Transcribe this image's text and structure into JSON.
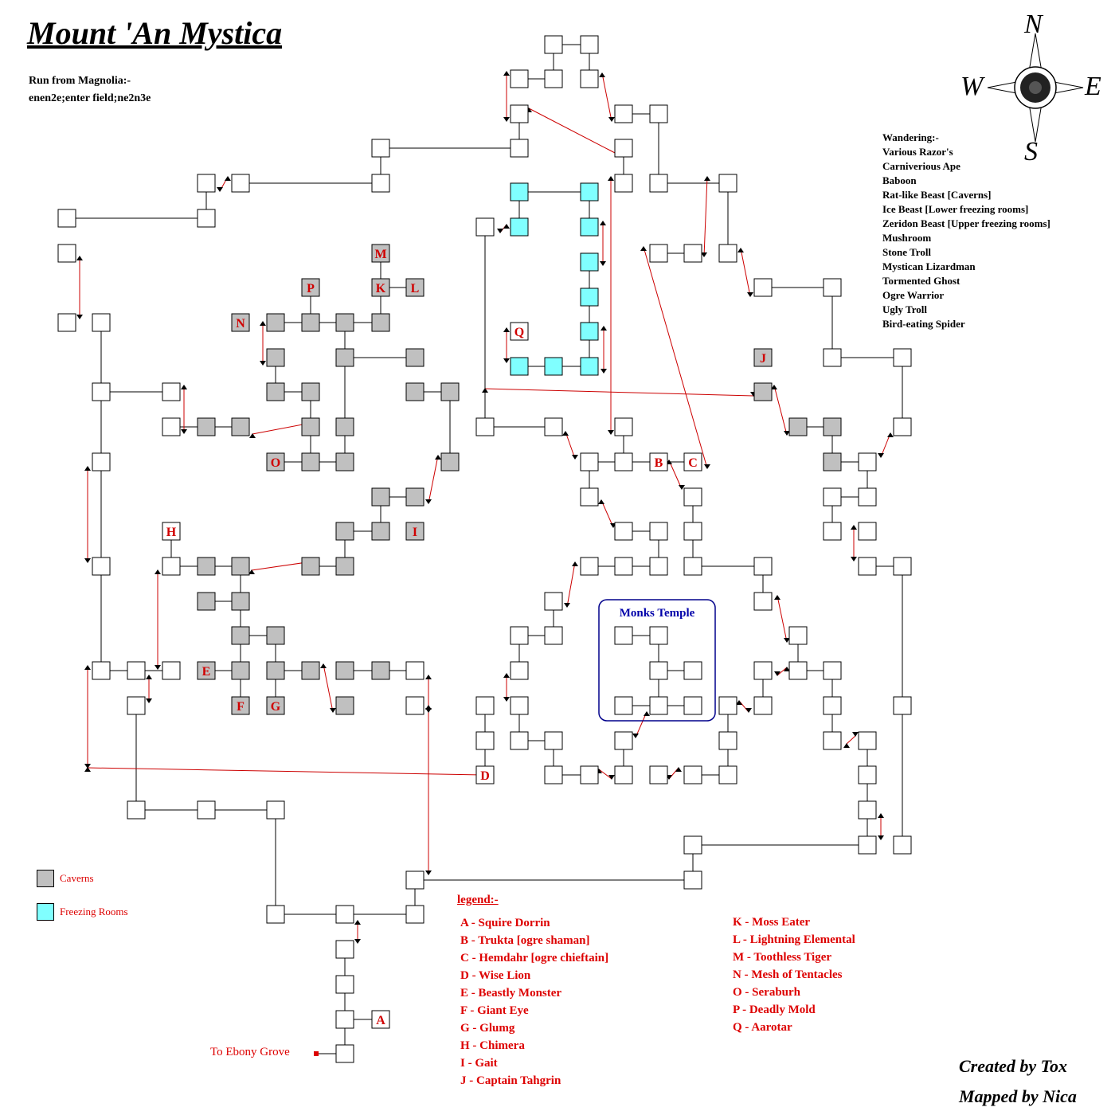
{
  "title": "Mount 'An Mystica",
  "run": {
    "heading": "Run from Magnolia:-",
    "directions": "enen2e;enter field;ne2n3e"
  },
  "compass": {
    "north": "N",
    "south": "S",
    "east": "E",
    "west": "W"
  },
  "wandering": {
    "heading": "Wandering:-",
    "items": [
      "Various Razor's",
      "Carniverious Ape",
      "Baboon",
      "Rat-like Beast [Caverns]",
      "Ice Beast [Lower freezing rooms]",
      "Zeridon Beast [Upper freezing rooms]",
      "Mushroom",
      "Stone Troll",
      "Mystican Lizardman",
      "Tormented Ghost",
      "Ogre Warrior",
      "Ugly Troll",
      "Bird-eating Spider"
    ]
  },
  "map_legend": {
    "caverns": {
      "label": "Caverns",
      "color": "#c0c0c0"
    },
    "freezing": {
      "label": "Freezing Rooms",
      "color": "#80ffff"
    }
  },
  "colors": {
    "room": "#ffffff",
    "cavern": "#c0c0c0",
    "freezing": "#80ffff",
    "link": "#000000",
    "portal": "#cc0000",
    "marker": "#d00000",
    "temple": "#00008b"
  },
  "temple_label": "Monks Temple",
  "exit_label": "To Ebony Grove",
  "legend": {
    "heading": "legend:-",
    "left": [
      "A - Squire Dorrin",
      "B - Trukta [ogre shaman]",
      "C - Hemdahr [ogre chieftain]",
      "D - Wise Lion",
      "E - Beastly Monster",
      "F - Giant Eye",
      "G - Glumg",
      "H - Chimera",
      "I - Gait",
      "J - Captain Tahgrin"
    ],
    "right": [
      "K - Moss Eater",
      "L - Lightning Elemental",
      "M - Toothless Tiger",
      "N - Mesh of Tentacles",
      "O - Seraburh",
      "P - Deadly Mold",
      "Q - Aarotar"
    ]
  },
  "credits": {
    "created": "Created by Tox",
    "mapped": "Mapped by Nica"
  },
  "markers": [
    "A",
    "B",
    "C",
    "D",
    "E",
    "F",
    "G",
    "H",
    "I",
    "J",
    "K",
    "L",
    "M",
    "N",
    "O",
    "P",
    "Q"
  ]
}
